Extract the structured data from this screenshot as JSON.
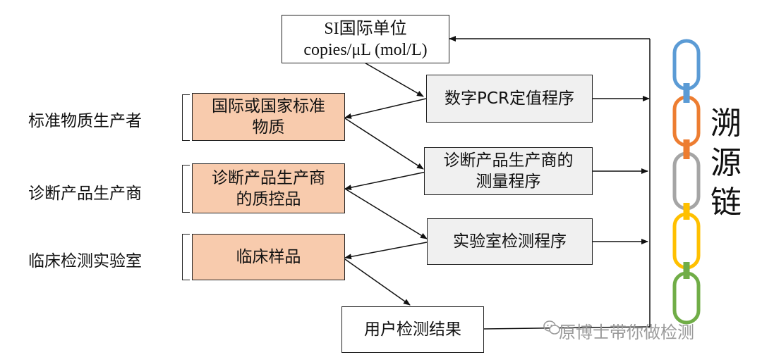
{
  "boxes": {
    "si_line1": "SI国际单位",
    "si_line2": "copies/μL (mol/L)",
    "dpcr": "数字PCR定值程序",
    "std_line1": "国际或国家标准",
    "std_line2": "物质",
    "mfr_proc_line1": "诊断产品生产商的",
    "mfr_proc_line2": "测量程序",
    "qc_line1": "诊断产品生产商",
    "qc_line2": "的质控品",
    "lab_proc": "实验室检测程序",
    "clinical_sample": "临床样品",
    "user_result": "用户检测结果"
  },
  "left_labels": {
    "std_producer": "标准物质生产者",
    "diag_producer": "诊断产品生产商",
    "clinical_lab": "临床检测实验室"
  },
  "chain": {
    "label_chars": [
      "溯",
      "源",
      "链"
    ],
    "link_colors": [
      "#5b9bd5",
      "#ed7d31",
      "#a5a5a5",
      "#ffc000",
      "#70ad47"
    ]
  },
  "watermark": {
    "text": "原博士带你做检测"
  },
  "colors": {
    "orange_box": "#f8cbad",
    "gray_box": "#f0f0f0",
    "arrow": "#111111"
  }
}
